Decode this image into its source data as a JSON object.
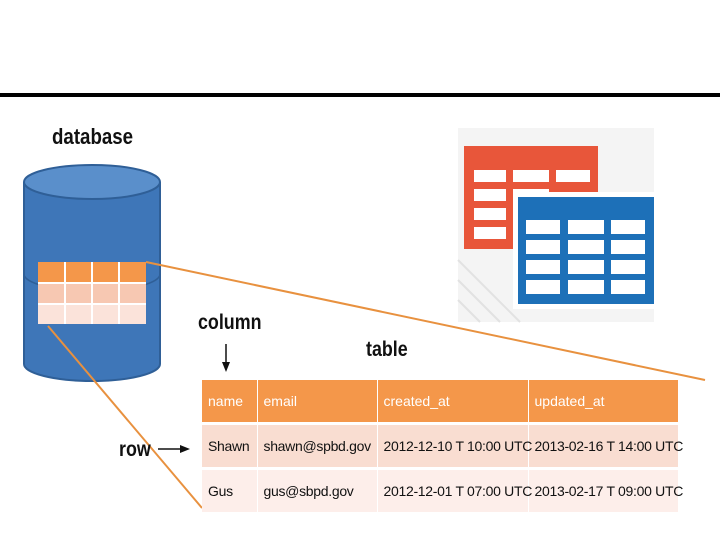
{
  "labels": {
    "database": "database",
    "column": "column",
    "table": "table",
    "row": "row"
  },
  "table": {
    "headers": [
      "name",
      "email",
      "created_at",
      "updated_at"
    ],
    "rows": [
      [
        "Shawn",
        "shawn@spbd.gov",
        "2012-12-10 T 10:00 UTC",
        "2013-02-16 T 14:00 UTC"
      ],
      [
        "Gus",
        "gus@sbpd.gov",
        "2012-12-01 T 07:00 UTC",
        "2013-02-17 T 09:00 UTC"
      ]
    ]
  },
  "icons": [
    "database-cylinder-icon",
    "spreadsheet-icon-red",
    "spreadsheet-icon-blue",
    "down-arrow-icon",
    "right-arrow-icon"
  ],
  "colors": {
    "header_orange": "#f4974a",
    "row_light_1": "#f9ddd1",
    "row_light_2": "#fdeeea",
    "cylinder_blue": "#3e76b8",
    "icon_red": "#e8563a",
    "icon_blue": "#1d70b8",
    "callout_line": "#e8913f"
  }
}
